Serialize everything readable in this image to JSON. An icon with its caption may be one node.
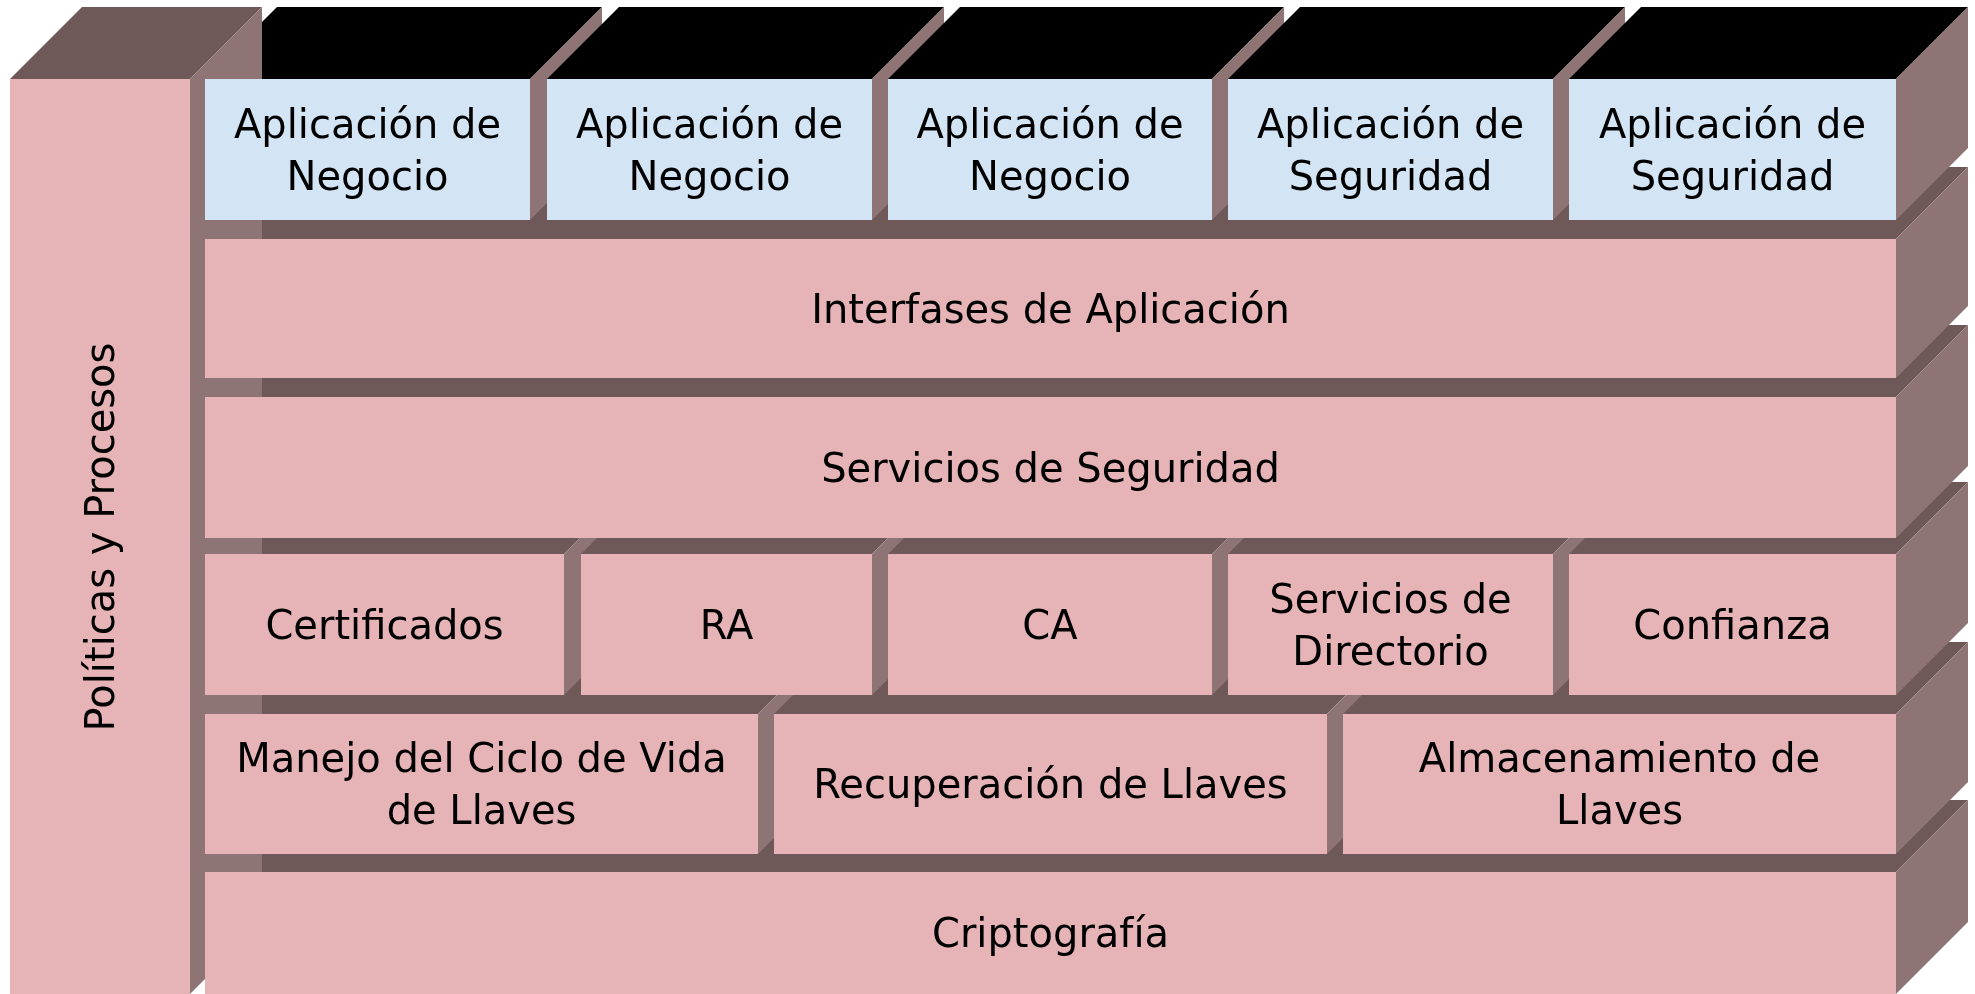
{
  "diagram": {
    "nodes": [
      {
        "text": [
          "Políticas y Procesos"
        ]
      },
      {
        "text": [
          "Aplicación de Negocio"
        ]
      },
      {
        "text": [
          "Aplicación de Negocio"
        ]
      },
      {
        "text": [
          "Aplicación de Negocio"
        ]
      },
      {
        "text": [
          "Aplicación de Seguridad"
        ]
      },
      {
        "text": [
          "Aplicación de Seguridad"
        ]
      },
      {
        "text": [
          "Interfases de Aplicación"
        ]
      },
      {
        "text": [
          "Servicios de Seguridad"
        ]
      },
      {
        "text": [
          "Certificados"
        ]
      },
      {
        "text": [
          "RA"
        ]
      },
      {
        "text": [
          "CA"
        ]
      },
      {
        "text": [
          "Servicios de Directorio"
        ]
      },
      {
        "text": [
          "Confianza"
        ]
      },
      {
        "text": [
          "Manejo del Ciclo de Vida de Llaves"
        ]
      },
      {
        "text": [
          "Recuperación de Llaves"
        ]
      },
      {
        "text": [
          "Almacenamiento de Llaves"
        ]
      },
      {
        "text": [
          "Criptografía"
        ]
      }
    ]
  }
}
